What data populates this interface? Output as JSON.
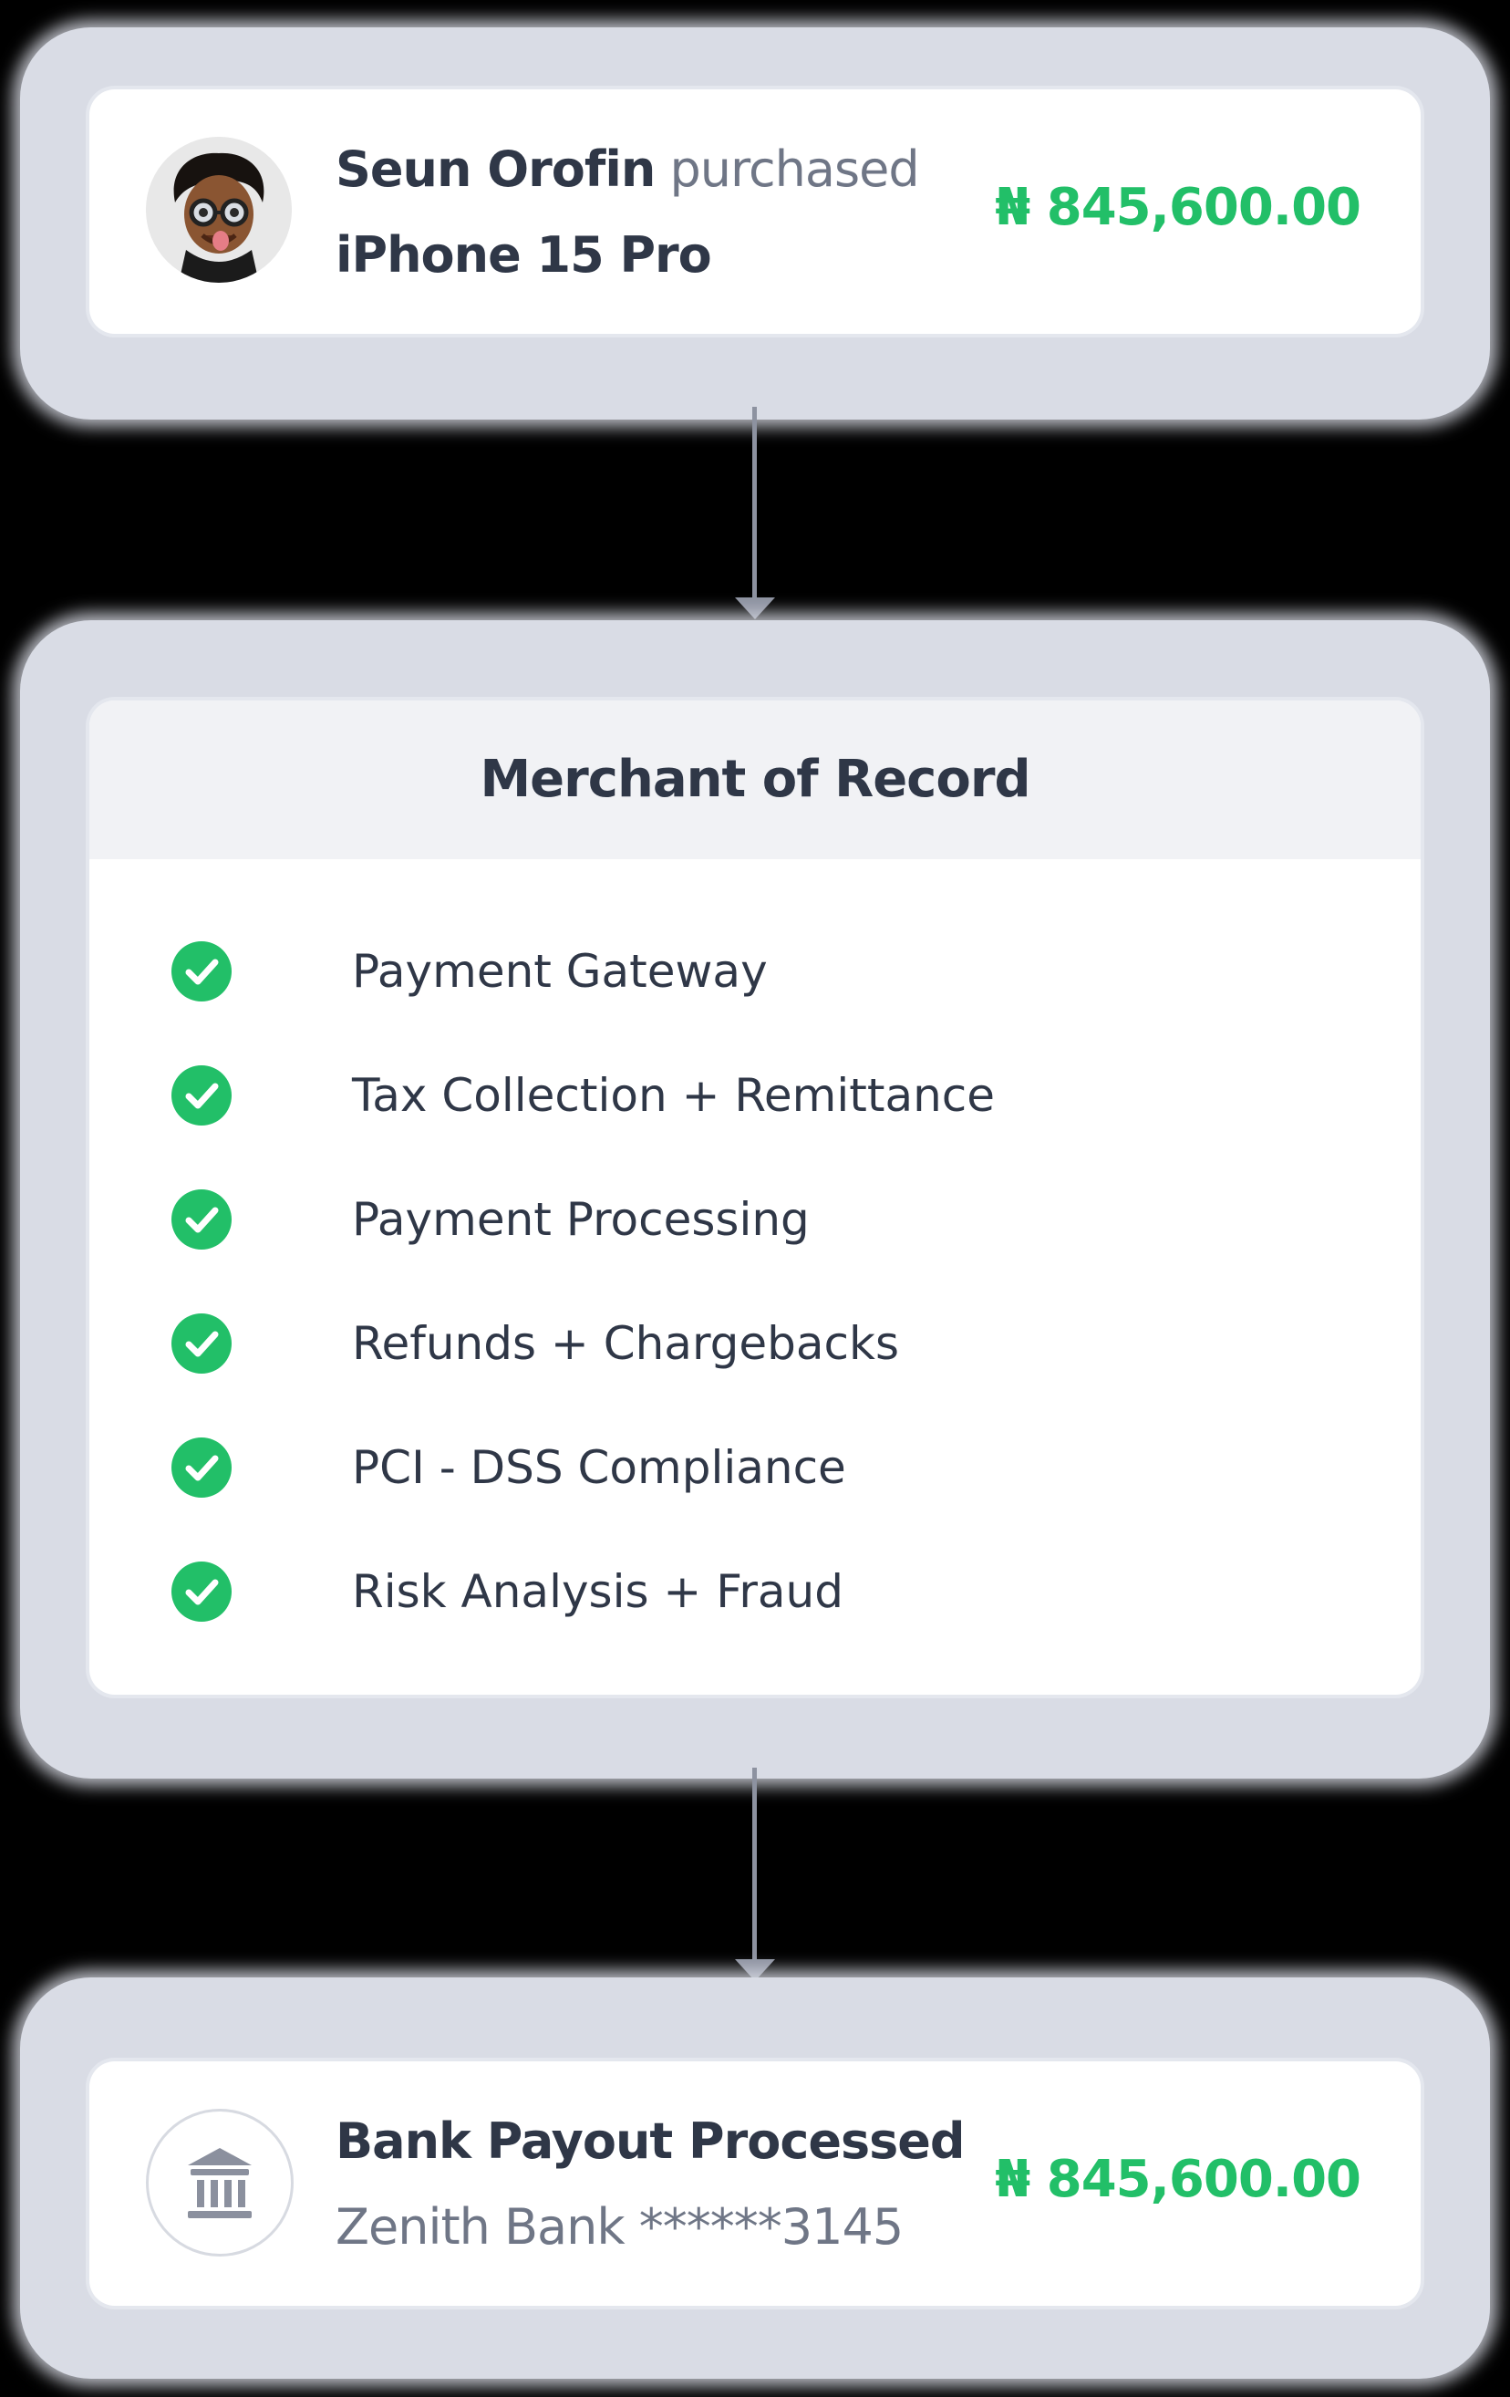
{
  "colors": {
    "background": "#000000",
    "halo": "#d9dce5",
    "card": "#ffffff",
    "header": "#f1f2f5",
    "text": "#2f3747",
    "muted_text": "#6f7686",
    "accent_green": "#22bf68",
    "amount_green": "#22bf68",
    "connector": "#8d92a0"
  },
  "purchase": {
    "customer_name": "Seun Orofin",
    "action": "purchased",
    "product": "iPhone 15 Pro",
    "amount": "₦ 845,600.00",
    "avatar_icon": "memoji-avatar-icon"
  },
  "merchant": {
    "title": "Merchant of Record",
    "features": [
      {
        "label": "Payment Gateway",
        "icon": "check-circle-icon"
      },
      {
        "label": "Tax Collection + Remittance",
        "icon": "check-circle-icon"
      },
      {
        "label": "Payment Processing",
        "icon": "check-circle-icon"
      },
      {
        "label": "Refunds + Chargebacks",
        "icon": "check-circle-icon"
      },
      {
        "label": "PCI - DSS Compliance",
        "icon": "check-circle-icon"
      },
      {
        "label": "Risk Analysis + Fraud",
        "icon": "check-circle-icon"
      }
    ]
  },
  "payout": {
    "title": "Bank Payout Processed",
    "account": "Zenith Bank ******3145",
    "amount": "₦ 845,600.00",
    "icon": "bank-icon"
  }
}
